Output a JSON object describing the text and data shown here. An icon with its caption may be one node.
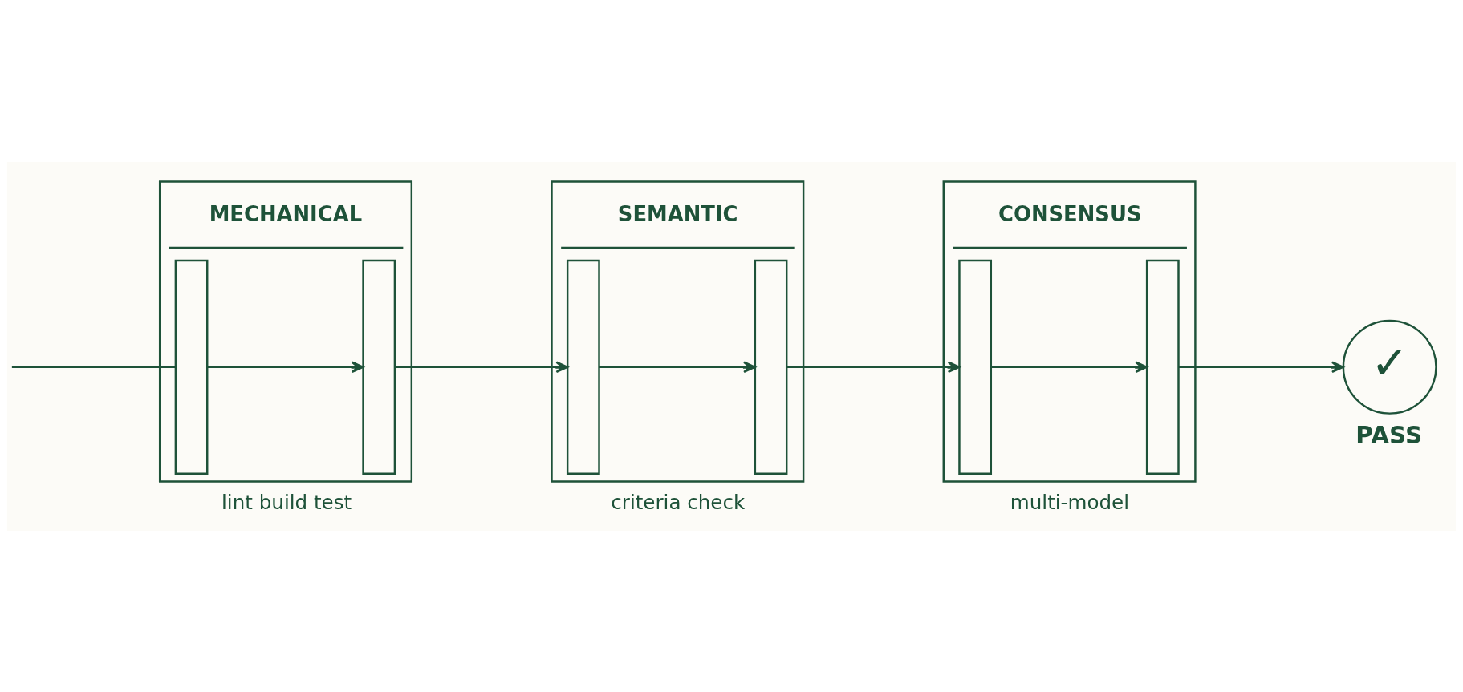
{
  "diagram": {
    "nodes": [
      {
        "text": [
          "MECHANICAL"
        ],
        "beside": [
          "lint build test"
        ]
      },
      {
        "text": [],
        "shape": "bar",
        "in": 0
      },
      {
        "text": [],
        "shape": "bar",
        "in": 0
      },
      {
        "text": [
          "SEMANTIC"
        ],
        "beside": [
          "criteria check"
        ]
      },
      {
        "text": [],
        "shape": "bar",
        "in": 3
      },
      {
        "text": [],
        "shape": "bar",
        "in": 3
      },
      {
        "text": [
          "CONSENSUS"
        ],
        "beside": [
          "multi-model"
        ]
      },
      {
        "text": [],
        "shape": "bar",
        "in": 6
      },
      {
        "text": [],
        "shape": "bar",
        "in": 6
      },
      {
        "text": [
          "✓"
        ],
        "beside": [
          "PASS"
        ]
      }
    ],
    "edges": [
      {
        "from": null,
        "to": 1,
        "arrow": "none"
      },
      {
        "from": 1,
        "to": 2,
        "arrow": "to"
      },
      {
        "from": 2,
        "to": 4,
        "arrow": "to"
      },
      {
        "from": 4,
        "to": 5,
        "arrow": "to"
      },
      {
        "from": 5,
        "to": 7,
        "arrow": "to"
      },
      {
        "from": 7,
        "to": 8,
        "arrow": "to"
      },
      {
        "from": 8,
        "to": 9,
        "arrow": "to"
      }
    ]
  }
}
